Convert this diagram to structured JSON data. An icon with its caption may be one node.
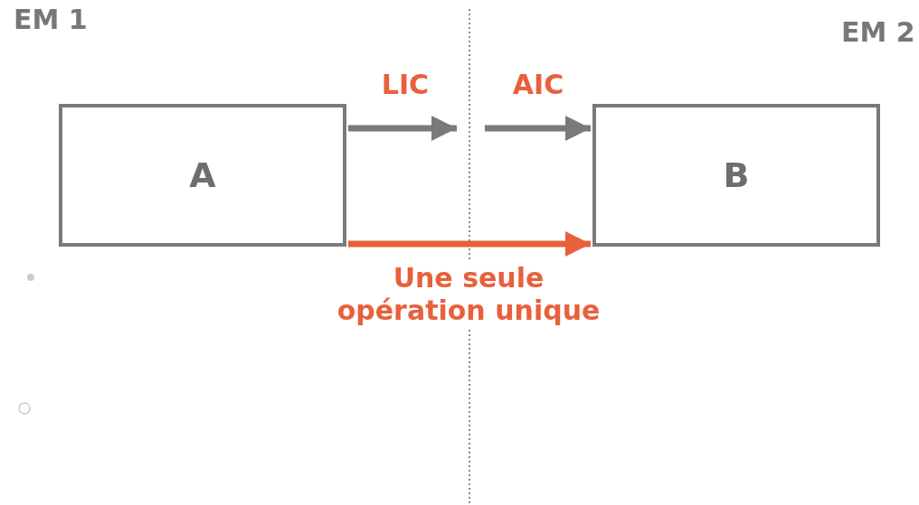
{
  "diagram": {
    "nodes": [
      {
        "text": [
          "A"
        ]
      },
      {
        "text": [
          "B"
        ]
      }
    ],
    "edges": [
      {
        "from": 0,
        "to": null,
        "arrow": "to",
        "label": "LIC"
      },
      {
        "from": null,
        "to": 1,
        "arrow": "to",
        "label": "AIC"
      },
      {
        "from": 0,
        "to": 1,
        "arrow": "to",
        "label": "Une seule opération unique",
        "color": "#e8603c"
      }
    ],
    "labels": [
      "EM 1",
      "EM 2"
    ]
  }
}
